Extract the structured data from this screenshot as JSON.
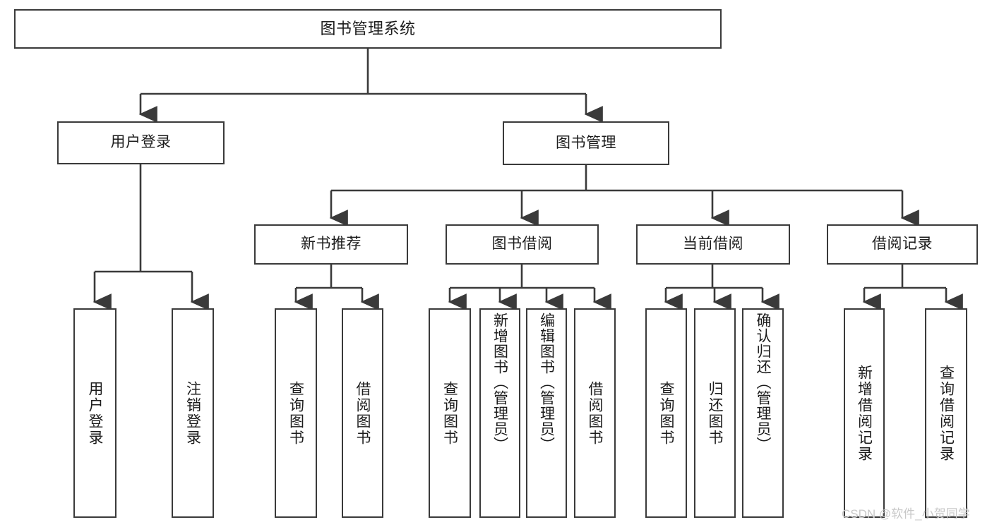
{
  "diagram": {
    "title": "图书管理系统",
    "watermark": "CSDN @软件_小贺同学",
    "stroke_color": "#3a3a3a",
    "fill_color": "#ffffff",
    "text_color": "#1c1c1c",
    "background": "#ffffff"
  },
  "nodes": {
    "root": {
      "label": "图书管理系统"
    },
    "level1": [
      {
        "label": "用户登录"
      },
      {
        "label": "图书管理"
      }
    ],
    "level2": [
      {
        "label": "新书推荐"
      },
      {
        "label": "图书借阅"
      },
      {
        "label": "当前借阅"
      },
      {
        "label": "借阅记录"
      }
    ],
    "leaves": {
      "user_login": [
        {
          "label": "用户登录"
        },
        {
          "label": "注销登录"
        }
      ],
      "new_book_rec": [
        {
          "label": "查询图书"
        },
        {
          "label": "借阅图书"
        }
      ],
      "book_borrow": [
        {
          "label": "查询图书"
        },
        {
          "label": "新增图书（管理员）"
        },
        {
          "label": "编辑图书（管理员）"
        },
        {
          "label": "借阅图书"
        }
      ],
      "current_borrow": [
        {
          "label": "查询图书"
        },
        {
          "label": "归还图书"
        },
        {
          "label": "确认归还（管理员）"
        }
      ],
      "borrow_record": [
        {
          "label": "新增借阅记录"
        },
        {
          "label": "查询借阅记录"
        }
      ]
    }
  }
}
